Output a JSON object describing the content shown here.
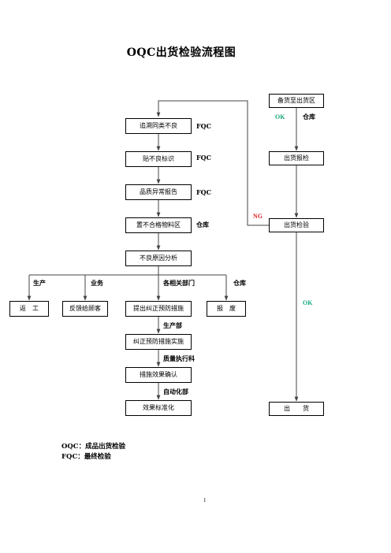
{
  "title": "OQC出货检验流程图",
  "nodes": {
    "prepare": "备货至出货区",
    "report_inspection": "出货报检",
    "shipment_inspection": "出货检验",
    "ship": "出　　货",
    "trace_same": "追溯同类不良",
    "attach_tag": "贴不良标识",
    "quality_report": "品质异常报告",
    "place_area": "置不合格物料区",
    "cause_analysis": "不良原因分析",
    "rework": "返　工",
    "feedback": "反馈给顾客",
    "corrective": "提出纠正预防措施",
    "scrap": "报　废",
    "implement": "纠正预防措施实施",
    "confirm": "措施效果确认",
    "standardize": "效果标准化"
  },
  "labels": {
    "fqc1": "FQC",
    "fqc2": "FQC",
    "fqc3": "FQC",
    "warehouse_place": "仓库",
    "warehouse_top": "仓库",
    "ok_top": "OK",
    "ng": "NG",
    "ok_bottom": "OK",
    "production": "生产",
    "sales": "业务",
    "departments": "各相关部门",
    "warehouse_scrap": "仓库",
    "production_dept": "生产部",
    "quality_section": "质量执行科",
    "automation_dept": "自动化部"
  },
  "legend": {
    "oqc": "OQC：成品出货检验",
    "fqc": "FQC：最终检验"
  },
  "page_number": "1",
  "colors": {
    "ok": "#16a97c",
    "ng": "#e0242b",
    "line": "#444444"
  }
}
